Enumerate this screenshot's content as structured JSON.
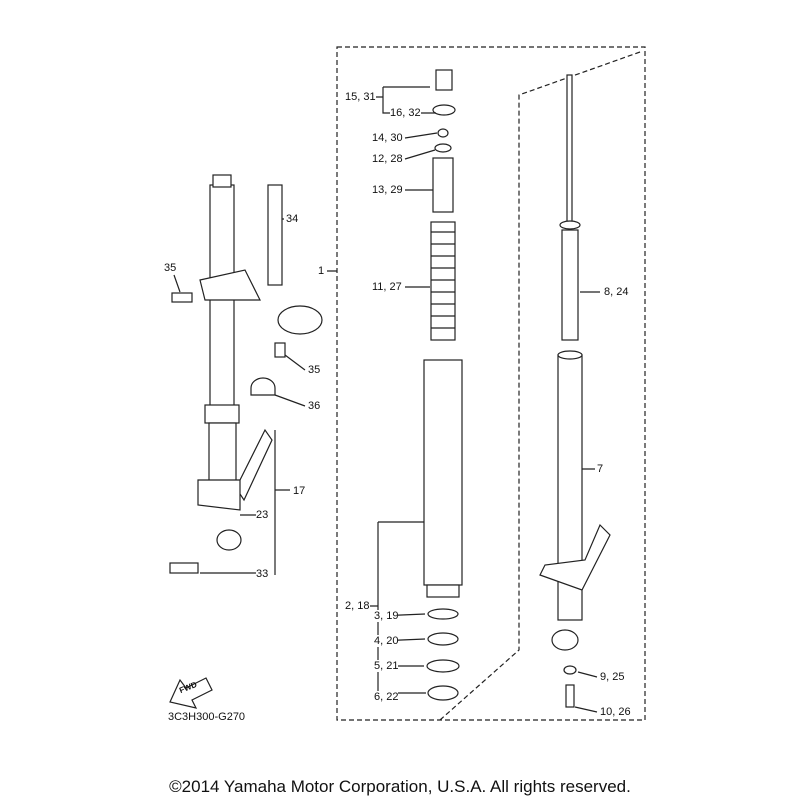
{
  "callouts": {
    "c15_31": "15, 31",
    "c16_32": "16, 32",
    "c14_30": "14, 30",
    "c12_28": "12, 28",
    "c13_29": "13, 29",
    "c11_27": "11, 27",
    "c1": "1",
    "c34": "34",
    "c35a": "35",
    "c35b": "35",
    "c36": "36",
    "c17": "17",
    "c23": "23",
    "c33": "33",
    "c2_18": "2, 18",
    "c3_19": "3, 19",
    "c4_20": "4, 20",
    "c5_21": "5, 21",
    "c6_22": "6, 22",
    "c8_24": "8, 24",
    "c7": "7",
    "c9_25": "9, 25",
    "c10_26": "10, 26"
  },
  "fwd_label": "FWD",
  "diagram_code": "3C3H300-G270",
  "copyright": "©2014 Yamaha Motor Corporation, U.S.A. All rights reserved."
}
